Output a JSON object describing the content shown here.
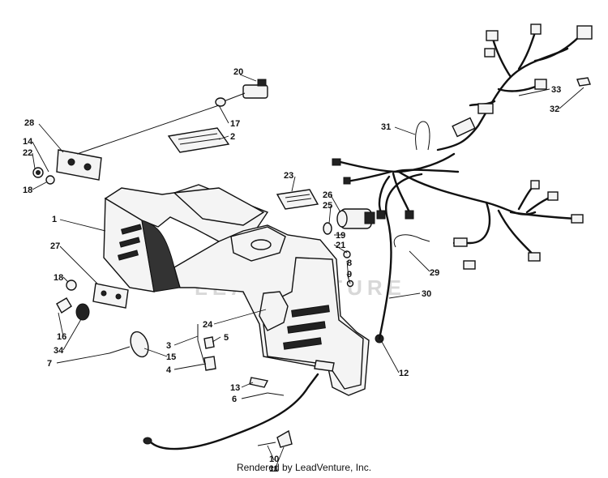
{
  "diagram": {
    "footer": "Rendered by LeadVenture, Inc.",
    "watermark": "LEADVENTURE",
    "callouts": [
      {
        "id": "c1",
        "text": "1"
      },
      {
        "id": "c2",
        "text": "2"
      },
      {
        "id": "c3",
        "text": "3"
      },
      {
        "id": "c4",
        "text": "4"
      },
      {
        "id": "c5",
        "text": "5"
      },
      {
        "id": "c6",
        "text": "6"
      },
      {
        "id": "c7",
        "text": "7"
      },
      {
        "id": "c8",
        "text": "8"
      },
      {
        "id": "c9",
        "text": "9"
      },
      {
        "id": "c10",
        "text": "10"
      },
      {
        "id": "c11",
        "text": "11"
      },
      {
        "id": "c12",
        "text": "12"
      },
      {
        "id": "c13",
        "text": "13"
      },
      {
        "id": "c14",
        "text": "14"
      },
      {
        "id": "c15",
        "text": "15"
      },
      {
        "id": "c16",
        "text": "16"
      },
      {
        "id": "c17",
        "text": "17"
      },
      {
        "id": "c18a",
        "text": "18"
      },
      {
        "id": "c18b",
        "text": "18"
      },
      {
        "id": "c19",
        "text": "19"
      },
      {
        "id": "c20",
        "text": "20"
      },
      {
        "id": "c21",
        "text": "21"
      },
      {
        "id": "c22",
        "text": "22"
      },
      {
        "id": "c23",
        "text": "23"
      },
      {
        "id": "c24",
        "text": "24"
      },
      {
        "id": "c25",
        "text": "25"
      },
      {
        "id": "c26",
        "text": "26"
      },
      {
        "id": "c27",
        "text": "27"
      },
      {
        "id": "c28",
        "text": "28"
      },
      {
        "id": "c29",
        "text": "29"
      },
      {
        "id": "c30",
        "text": "30"
      },
      {
        "id": "c31",
        "text": "31"
      },
      {
        "id": "c32",
        "text": "32"
      },
      {
        "id": "c33",
        "text": "33"
      },
      {
        "id": "c34",
        "text": "34"
      }
    ]
  }
}
